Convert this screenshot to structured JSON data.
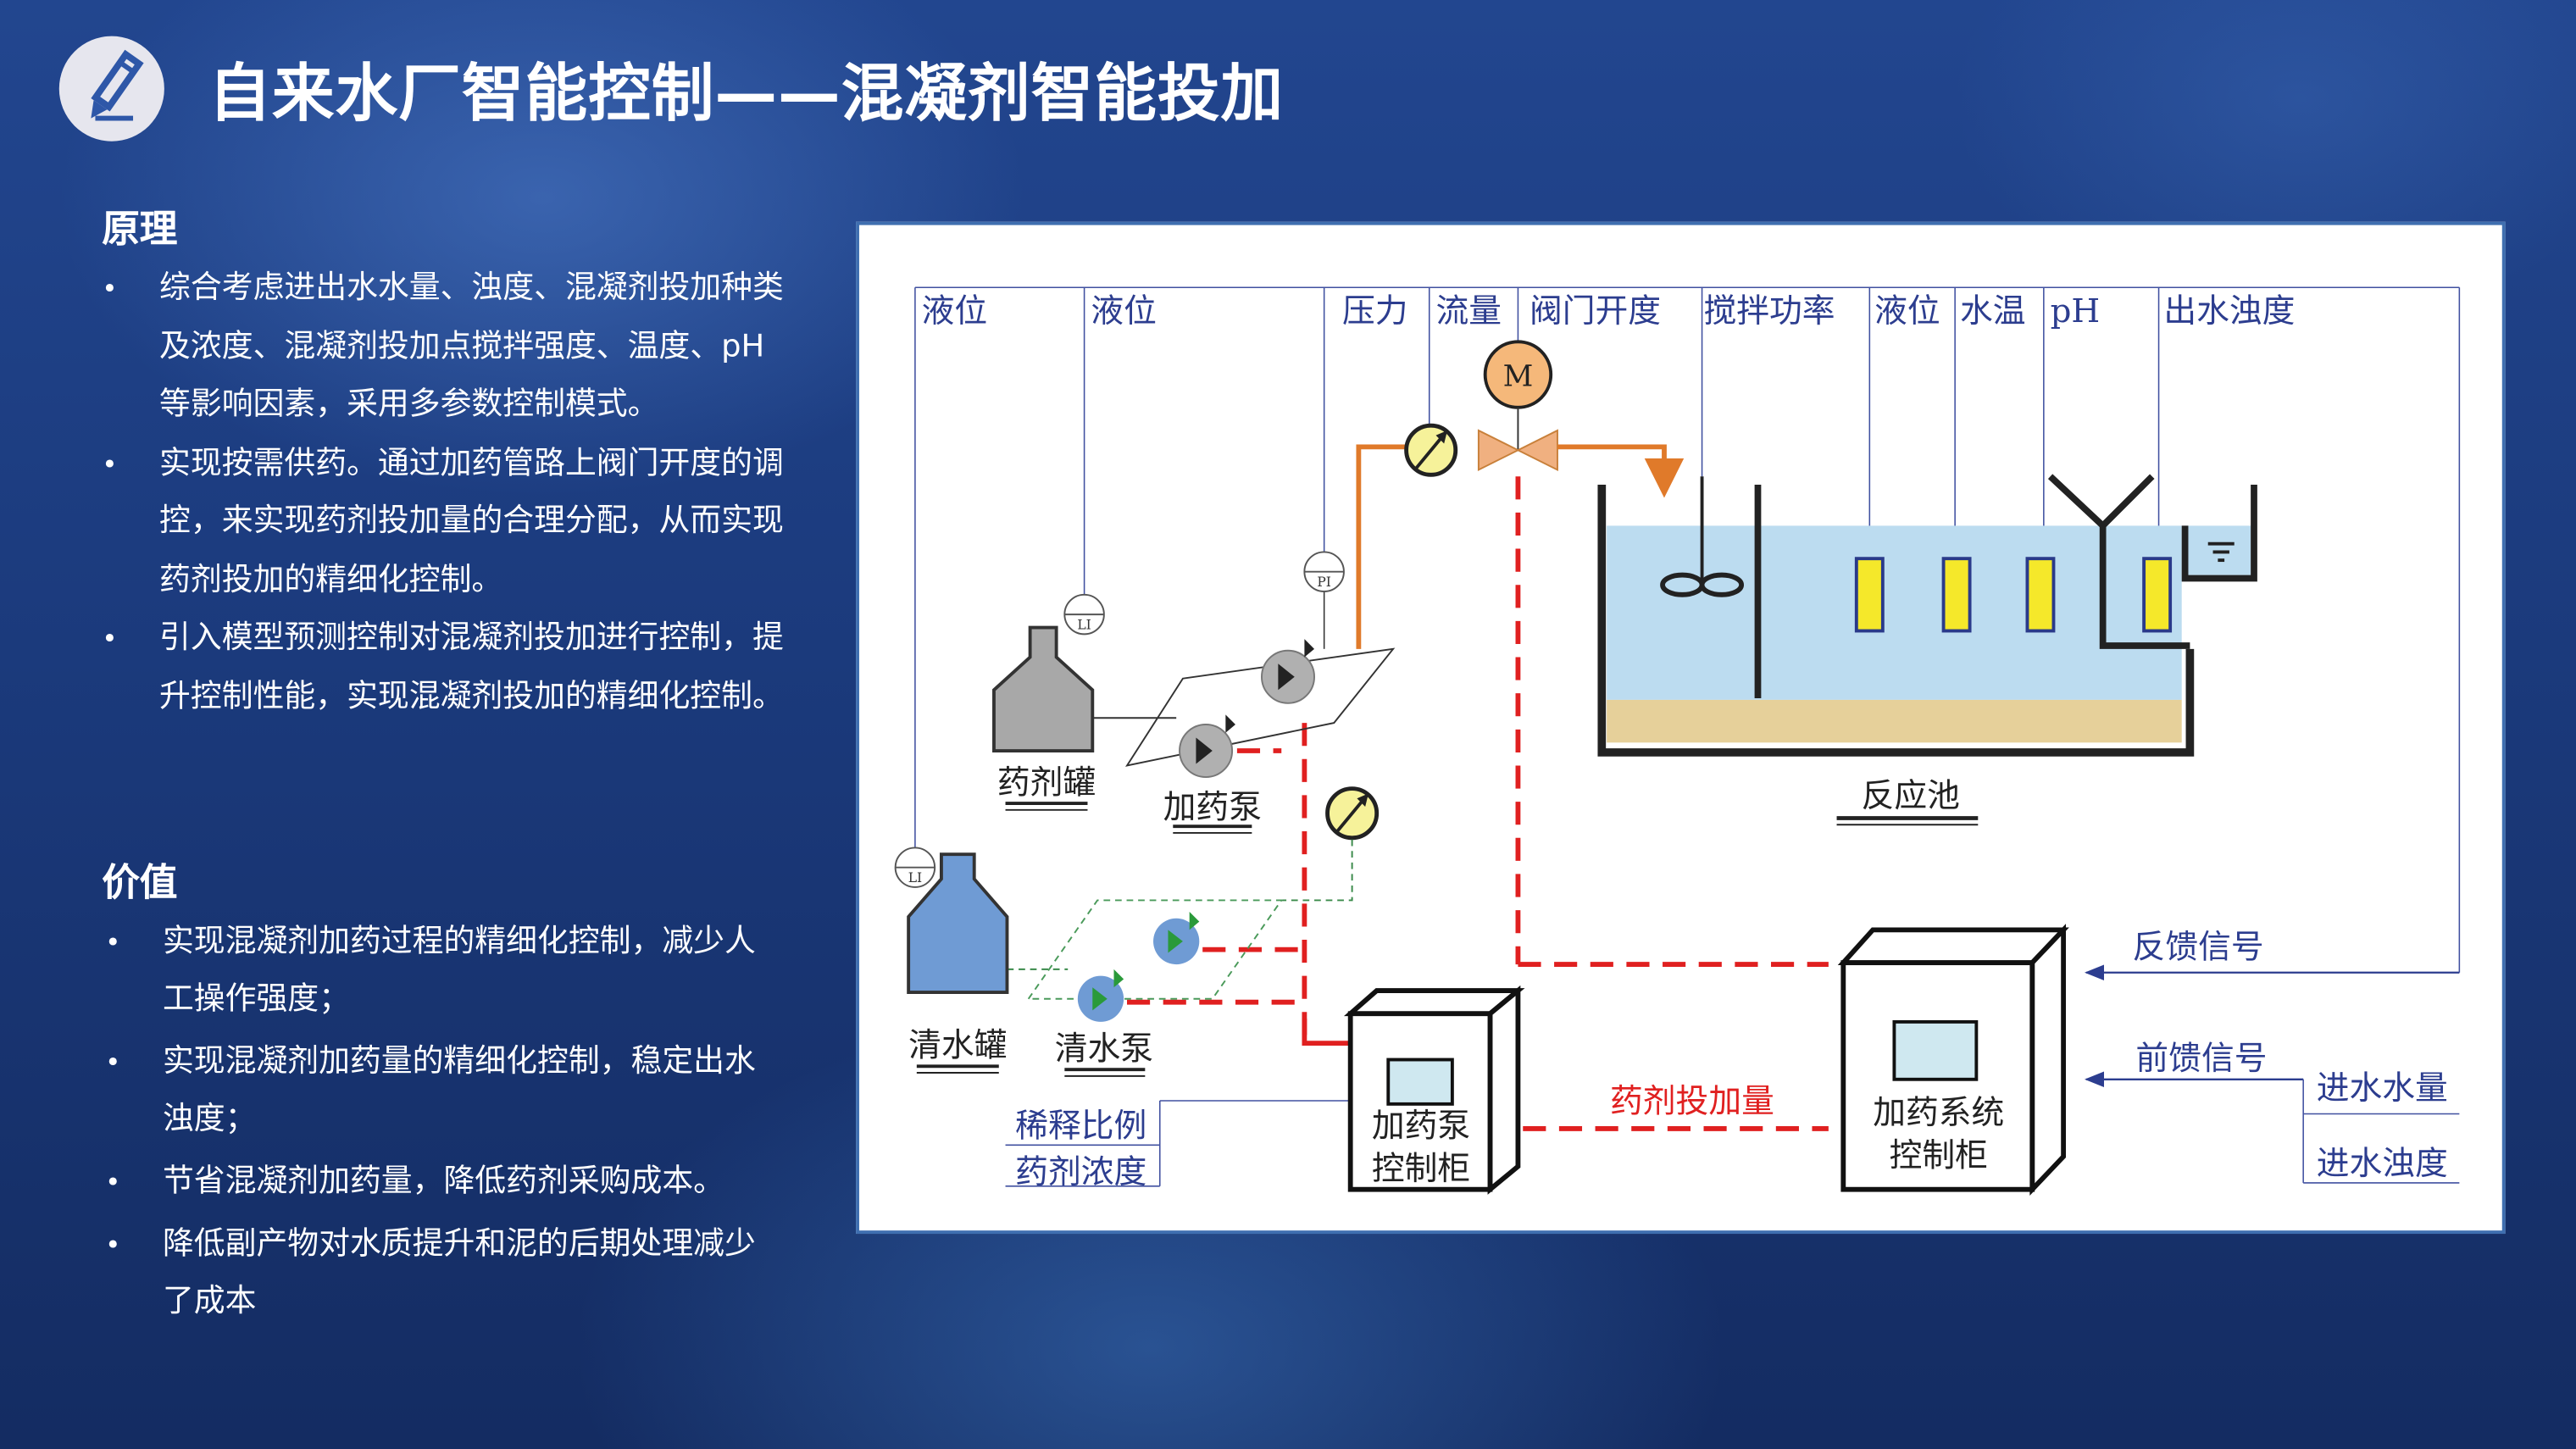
{
  "header": {
    "title": "自来水厂智能控制——混凝剂智能投加",
    "icon": "pencil-icon"
  },
  "principle": {
    "heading": "原理",
    "bullets": [
      "综合考虑进出水水量、浊度、混凝剂投加种类及浓度、混凝剂投加点搅拌强度、温度、pH等影响因素，采用多参数控制模式。",
      "实现按需供药。通过加药管路上阀门开度的调控，来实现药剂投加量的合理分配，从而实现药剂投加的精细化控制。",
      "引入模型预测控制对混凝剂投加进行控制，提升控制性能，实现混凝剂投加的精细化控制。"
    ]
  },
  "value": {
    "heading": "价值",
    "bullets": [
      "实现混凝剂加药过程的精细化控制，减少人工操作强度；",
      "实现混凝剂加药量的精细化控制，稳定出水浊度；",
      "节省混凝剂加药量，降低药剂采购成本。",
      "降低副产物对水质提升和泥的后期处理减少了成本"
    ]
  },
  "diagram": {
    "top_labels": [
      "液位",
      "液位",
      "压力",
      "流量",
      "阀门开度",
      "搅拌功率",
      "液位",
      "水温",
      "pH",
      "出水浊度"
    ],
    "motor": "M",
    "li": "LI",
    "pi": "PI",
    "chem_tank": "药剂罐",
    "dosing_pump": "加药泵",
    "clear_tank": "清水罐",
    "clear_pump": "清水泵",
    "reaction_tank": "反应池",
    "pump_cabinet": [
      "加药泵",
      "控制柜"
    ],
    "system_cabinet": [
      "加药系统",
      "控制柜"
    ],
    "dose_amount": "药剂投加量",
    "dilution_ratio": "稀释比例",
    "concentration": "药剂浓度",
    "feedback": "反馈信号",
    "feedforward": "前馈信号",
    "inflow_volume": "进水水量",
    "inflow_turbidity": "进水浊度",
    "colors": {
      "signal": "#2c3d8f",
      "dose_line": "#e02020",
      "pipe": "#e07a2a",
      "water": "#bcdcf0",
      "sensor": "#f5e82a"
    }
  }
}
